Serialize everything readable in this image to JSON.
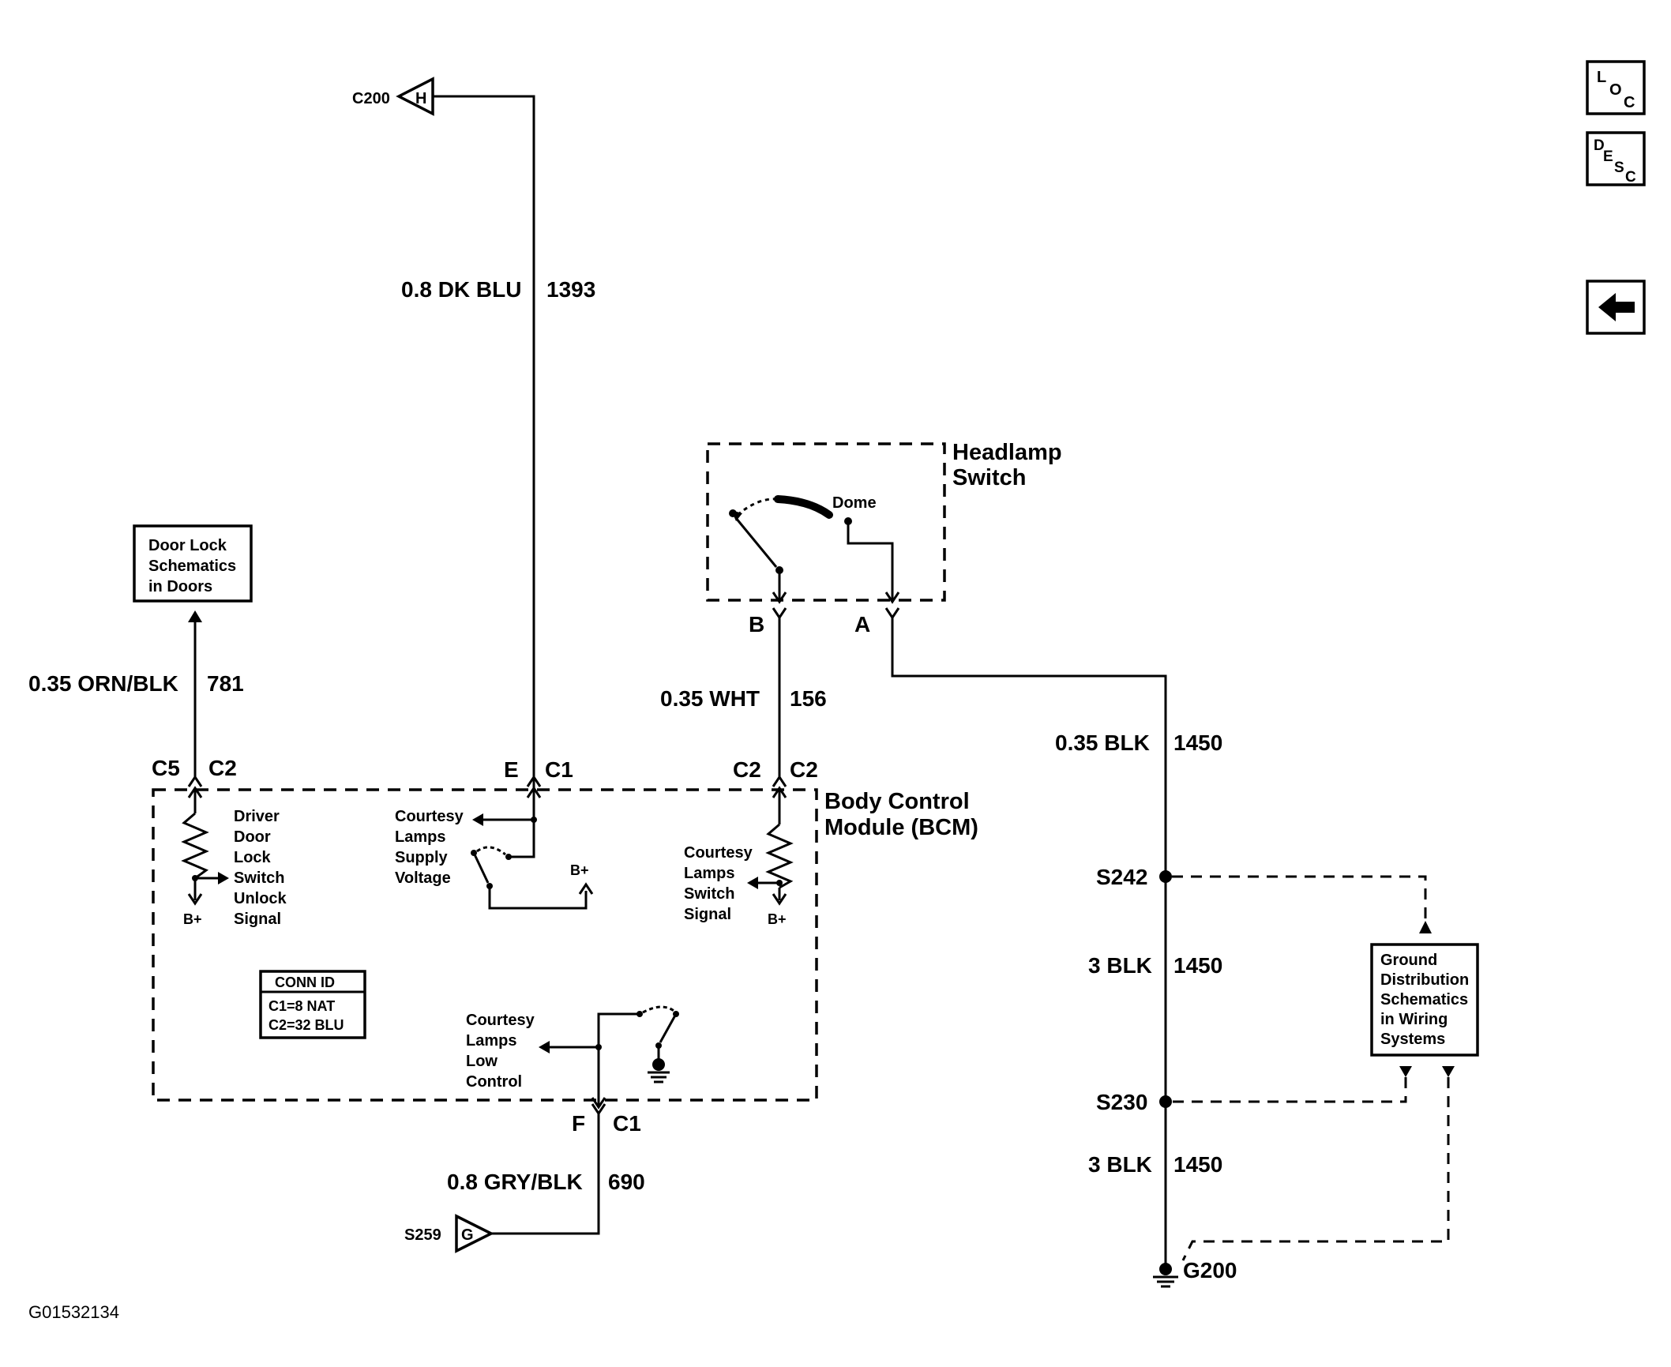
{
  "figure_id": "G01532134",
  "nav": {
    "loc": [
      "L",
      "O",
      "C"
    ],
    "desc": [
      "D",
      "E",
      "S",
      "C"
    ]
  },
  "refs": {
    "c200": "C200",
    "c200_letter": "H",
    "s259": "S259",
    "s259_letter": "G"
  },
  "wires": {
    "w1393": {
      "label": "0.8 DK BLU",
      "circuit": "1393"
    },
    "w781": {
      "label": "0.35 ORN/BLK",
      "circuit": "781"
    },
    "w156": {
      "label": "0.35 WHT",
      "circuit": "156"
    },
    "w1450a": {
      "label": "0.35 BLK",
      "circuit": "1450"
    },
    "w1450b": {
      "label": "3 BLK",
      "circuit": "1450"
    },
    "w1450c": {
      "label": "3 BLK",
      "circuit": "1450"
    },
    "w690": {
      "label": "0.8 GRY/BLK",
      "circuit": "690"
    }
  },
  "connectors": {
    "c5": "C5",
    "c2_left": "C2",
    "e": "E",
    "c1_top": "C1",
    "c2_mid_a": "C2",
    "c2_mid_b": "C2",
    "b": "B",
    "a": "A",
    "f": "F",
    "c1_bottom": "C1"
  },
  "splices": {
    "s242": "S242",
    "s230": "S230",
    "g200": "G200"
  },
  "headlamp_switch": {
    "title": [
      "Headlamp",
      "Switch"
    ],
    "dome": "Dome"
  },
  "bcm": {
    "title": [
      "Body Control",
      "Module (BCM)"
    ],
    "driver_door": [
      "Driver",
      "Door",
      "Lock",
      "Switch",
      "Unlock",
      "Signal"
    ],
    "courtesy_supply": [
      "Courtesy",
      "Lamps",
      "Supply",
      "Voltage"
    ],
    "courtesy_switch": [
      "Courtesy",
      "Lamps",
      "Switch",
      "Signal"
    ],
    "courtesy_low": [
      "Courtesy",
      "Lamps",
      "Low",
      "Control"
    ],
    "bplus": "B+",
    "conn_id": {
      "title": "CONN ID",
      "c1": "C1=8 NAT",
      "c2": "C2=32 BLU"
    }
  },
  "door_lock_box": [
    "Door Lock",
    "Schematics",
    "in Doors"
  ],
  "ground_box": [
    "Ground",
    "Distribution",
    "Schematics",
    "in Wiring",
    "Systems"
  ]
}
